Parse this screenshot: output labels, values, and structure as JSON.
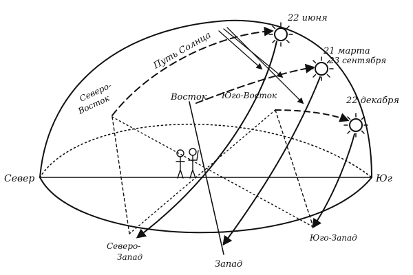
{
  "labels": {
    "north": "Север",
    "south": "Юг",
    "east": "Восток",
    "west": "Запад",
    "northeast_line1": "Северо-",
    "northeast_line2": "Восток",
    "northwest_line1": "Северо-",
    "northwest_line2": "Запад",
    "southeast": "Юго-Восток",
    "southwest": "Юго-Запад",
    "sun_path": "Путь Солнца",
    "june_22": "22 июня",
    "march_21": "21 марта",
    "september_23": "23 сентября",
    "december_22": "22 декабря"
  },
  "icons": {
    "sun": "sun-icon",
    "observers": "people-icon"
  },
  "colors": {
    "ink": "#111111",
    "paper": "#ffffff"
  }
}
